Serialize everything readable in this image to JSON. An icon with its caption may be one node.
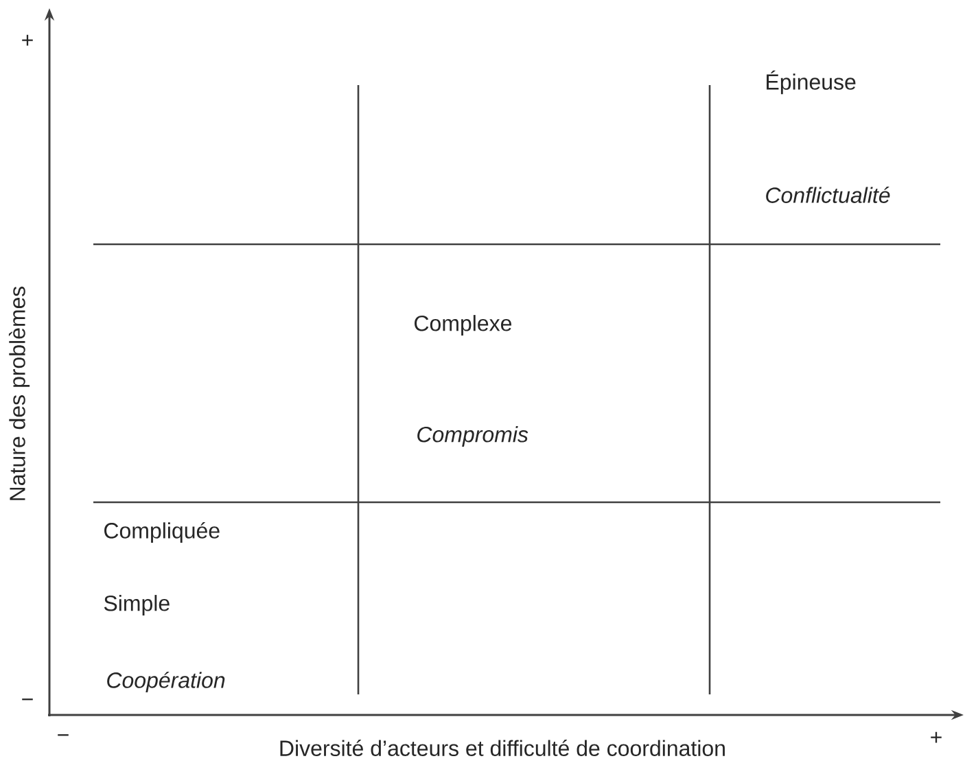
{
  "diagram": {
    "labels": [
      "+",
      "Épineuse",
      "Conflictualité",
      "Nature des problèmes",
      "Complexe",
      "Compromis",
      "Compliquée",
      "Simple",
      "Coopération",
      "−",
      "−",
      "Diversité d’acteurs et difficulté de coordination",
      "+"
    ]
  }
}
